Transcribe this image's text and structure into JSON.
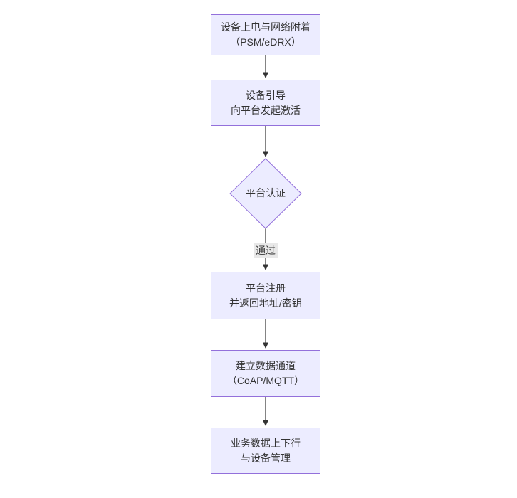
{
  "flow": {
    "title": "",
    "nodes": {
      "power_attach": {
        "line1": "设备上电与网络附着",
        "line2": "（PSM/eDRX）",
        "shape": "rect"
      },
      "bootstrap": {
        "line1": "设备引导",
        "line2": "向平台发起激活",
        "shape": "rect"
      },
      "auth": {
        "label": "平台认证",
        "shape": "diamond"
      },
      "register": {
        "line1": "平台注册",
        "line2": "并返回地址/密钥",
        "shape": "rect"
      },
      "channel": {
        "line1": "建立数据通道",
        "line2": "（CoAP/MQTT）",
        "shape": "rect"
      },
      "business": {
        "line1": "业务数据上下行",
        "line2": "与设备管理",
        "shape": "rect"
      }
    },
    "edges": [
      {
        "from": "power_attach",
        "to": "bootstrap",
        "label": ""
      },
      {
        "from": "bootstrap",
        "to": "auth",
        "label": ""
      },
      {
        "from": "auth",
        "to": "register",
        "label": "通过"
      },
      {
        "from": "register",
        "to": "channel",
        "label": ""
      },
      {
        "from": "channel",
        "to": "business",
        "label": ""
      }
    ],
    "colors": {
      "node_fill": "#ECECFF",
      "node_border": "#9370DB",
      "edge": "#333333",
      "text": "#333333",
      "edge_label_bg": "#e8e8e8",
      "background": "#ffffff"
    }
  }
}
